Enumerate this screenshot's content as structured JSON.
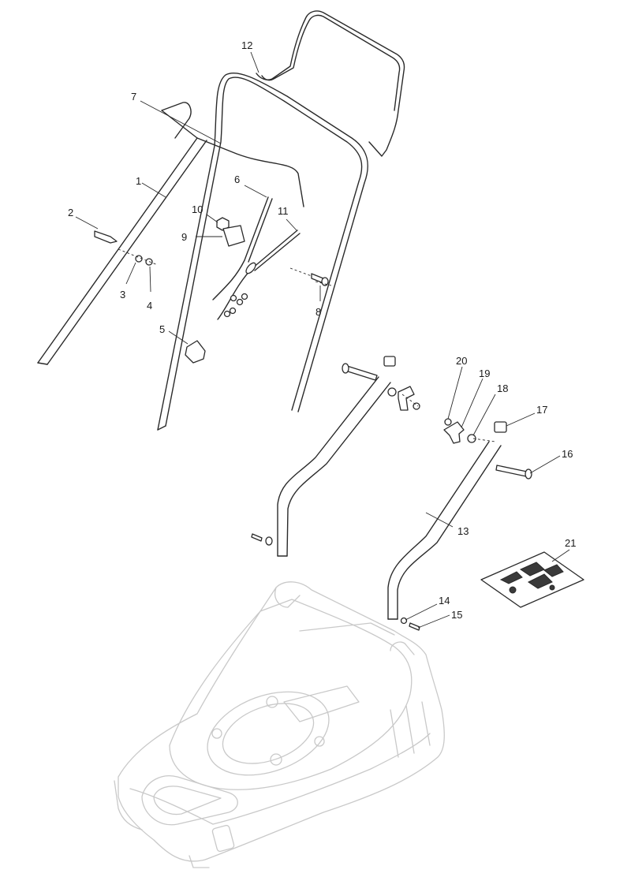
{
  "callouts": [
    {
      "id": "c1",
      "text": "1"
    },
    {
      "id": "c2",
      "text": "2"
    },
    {
      "id": "c3",
      "text": "3"
    },
    {
      "id": "c4",
      "text": "4"
    },
    {
      "id": "c5",
      "text": "5"
    },
    {
      "id": "c6",
      "text": "6"
    },
    {
      "id": "c7",
      "text": "7"
    },
    {
      "id": "c8",
      "text": "8"
    },
    {
      "id": "c9",
      "text": "9"
    },
    {
      "id": "c10",
      "text": "10"
    },
    {
      "id": "c11",
      "text": "11"
    },
    {
      "id": "c12",
      "text": "12"
    },
    {
      "id": "c13",
      "text": "13"
    },
    {
      "id": "c14",
      "text": "14"
    },
    {
      "id": "c15",
      "text": "15"
    },
    {
      "id": "c16",
      "text": "16"
    },
    {
      "id": "c17",
      "text": "17"
    },
    {
      "id": "c18",
      "text": "18"
    },
    {
      "id": "c19",
      "text": "19"
    },
    {
      "id": "c20",
      "text": "20"
    },
    {
      "id": "c21",
      "text": "21"
    }
  ]
}
